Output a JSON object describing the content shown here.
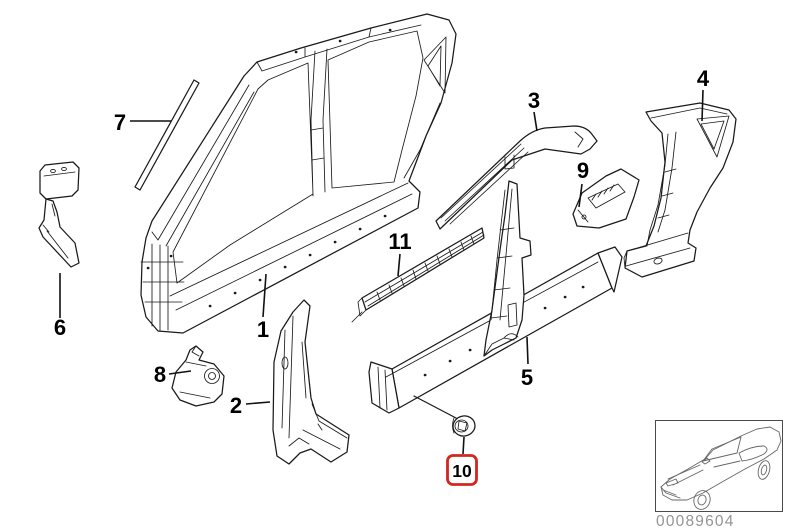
{
  "diagram": {
    "callouts": [
      {
        "number": "1"
      },
      {
        "number": "2"
      },
      {
        "number": "3"
      },
      {
        "number": "4"
      },
      {
        "number": "5"
      },
      {
        "number": "6"
      },
      {
        "number": "7"
      },
      {
        "number": "8"
      },
      {
        "number": "9"
      },
      {
        "number": "10"
      },
      {
        "number": "11"
      }
    ],
    "highlighted_callout": "10",
    "colors": {
      "line": "#1a1a1a",
      "highlight_box": "#d3271d",
      "inset_code_text": "#949494",
      "background": "#ffffff"
    }
  },
  "inset": {
    "code": "00089604"
  }
}
